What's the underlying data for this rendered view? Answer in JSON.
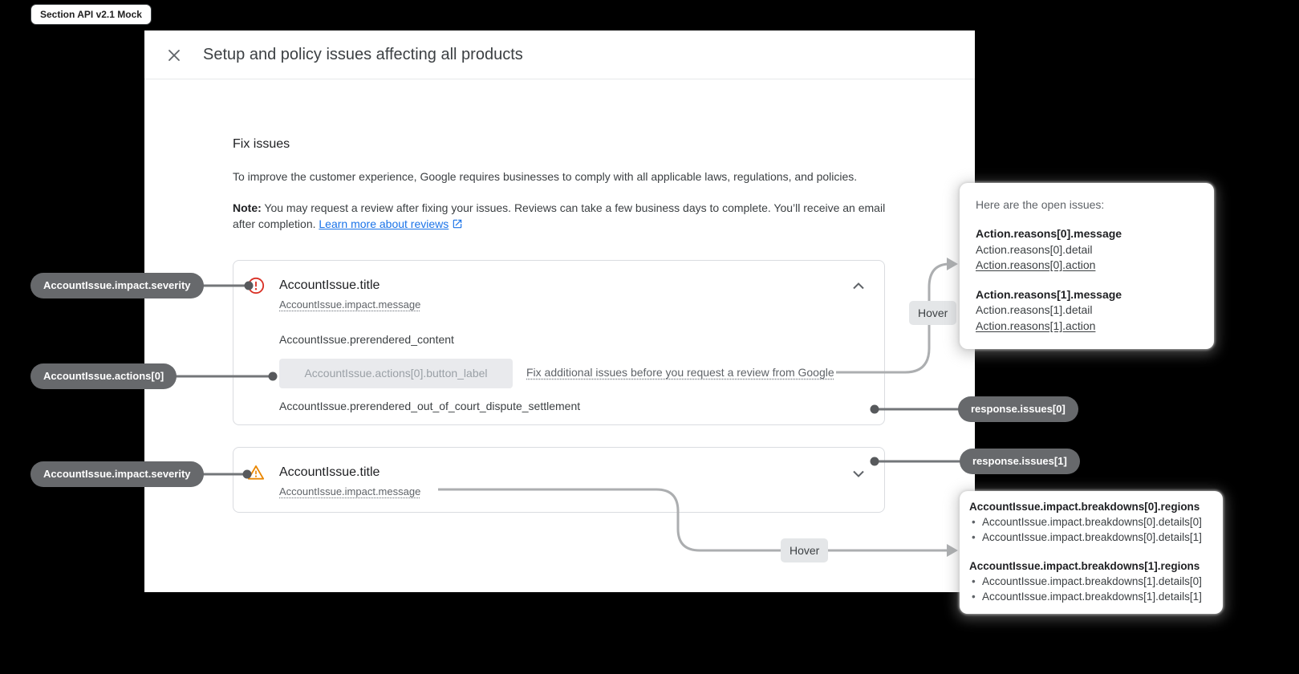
{
  "page_badge": {
    "label": "Section API v2.1 Mock"
  },
  "colors": {
    "link_blue": "#1a73e8",
    "error_red": "#d93025",
    "warning_orange": "#ea8600",
    "pill_gray": "#67696c",
    "connector_gray": "#acaeb0"
  },
  "dialog": {
    "title": "Setup and policy issues affecting all products",
    "fix_issues": {
      "heading": "Fix issues",
      "intro": "To improve the customer experience, Google requires businesses to comply with all applicable laws, regulations, and policies.",
      "note_label": "Note:",
      "note_body": "You may request a review after fixing your issues. Reviews can take a few business days to complete. You’ll receive an email after completion.",
      "note_link": "Learn more about reviews"
    },
    "cards": [
      {
        "severity": "error",
        "title": "AccountIssue.title",
        "message": "AccountIssue.impact.message",
        "prerendered_content": "AccountIssue.prerendered_content",
        "button_label": "AccountIssue.actions[0].button_label",
        "fix_link": "Fix additional issues before you request a review from Google",
        "settlement": "AccountIssue.prerendered_out_of_court_dispute_settlement"
      },
      {
        "severity": "warning",
        "title": "AccountIssue.title",
        "message": "AccountIssue.impact.message"
      }
    ]
  },
  "annotations": {
    "severity_pill_1": "AccountIssue.impact.severity",
    "actions_pill": "AccountIssue.actions[0]",
    "severity_pill_2": "AccountIssue.impact.severity",
    "issues_pill_0": "response.issues[0]",
    "issues_pill_1": "response.issues[1]",
    "hover_label": "Hover",
    "open_issues_tooltip": {
      "title": "Here are the open issues:",
      "groups": [
        {
          "message": "Action.reasons[0].message",
          "detail": "Action.reasons[0].detail",
          "action": "Action.reasons[0].action"
        },
        {
          "message": "Action.reasons[1].message",
          "detail": "Action.reasons[1].detail",
          "action": "Action.reasons[1].action"
        }
      ]
    },
    "breakdowns_tooltip": {
      "groups": [
        {
          "regions": "AccountIssue.impact.breakdowns[0].regions",
          "details": [
            "AccountIssue.impact.breakdowns[0].details[0]",
            "AccountIssue.impact.breakdowns[0].details[1]"
          ]
        },
        {
          "regions": "AccountIssue.impact.breakdowns[1].regions",
          "details": [
            "AccountIssue.impact.breakdowns[1].details[0]",
            "AccountIssue.impact.breakdowns[1].details[1]"
          ]
        }
      ]
    }
  }
}
